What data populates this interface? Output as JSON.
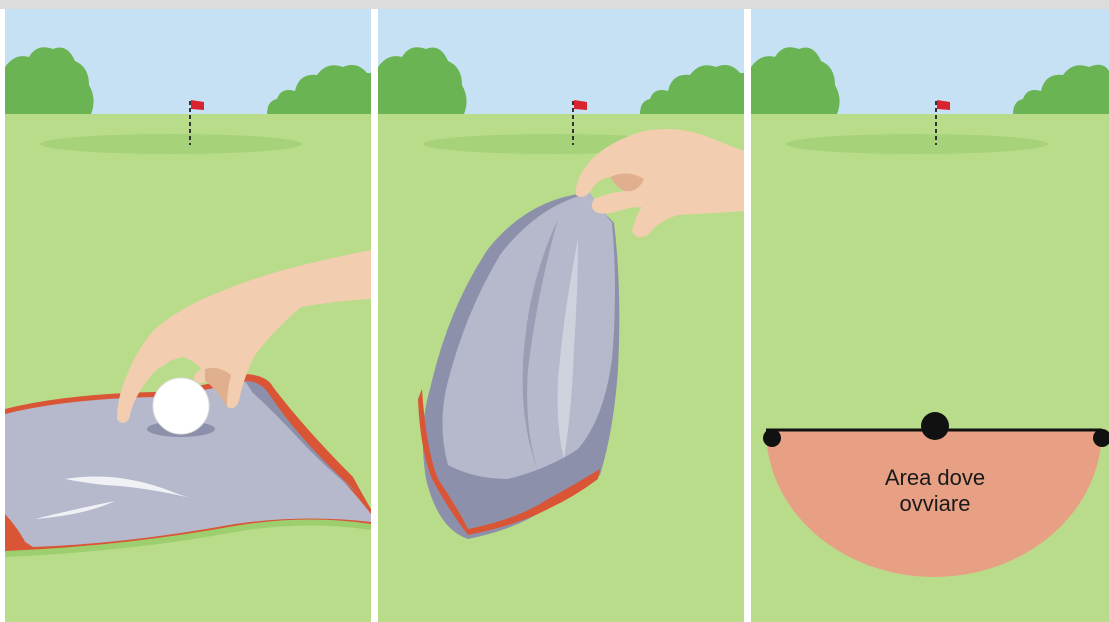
{
  "colors": {
    "sky": "#c5e1f3",
    "grass": "#b9dc8a",
    "green": "#a6d27a",
    "trees": "#6ab454",
    "flag": "#d9232e",
    "towel": "#b6b8cb",
    "towel_shadow": "#8d90aa",
    "towel_edge": "#d95535",
    "skin": "#f2cdb0",
    "skin_shadow": "#e0b08e",
    "relief_area": "#e8a085",
    "marker": "#111111",
    "separator": "#ffffff"
  },
  "panels": [
    {
      "id": "panel-1",
      "depicts": "hand placing ball on towel"
    },
    {
      "id": "panel-2",
      "depicts": "hand lifting towel away"
    },
    {
      "id": "panel-3",
      "depicts": "relief area semicircle"
    }
  ],
  "relief_area": {
    "label_line1": "Area dove",
    "label_line2": "ovviare"
  }
}
